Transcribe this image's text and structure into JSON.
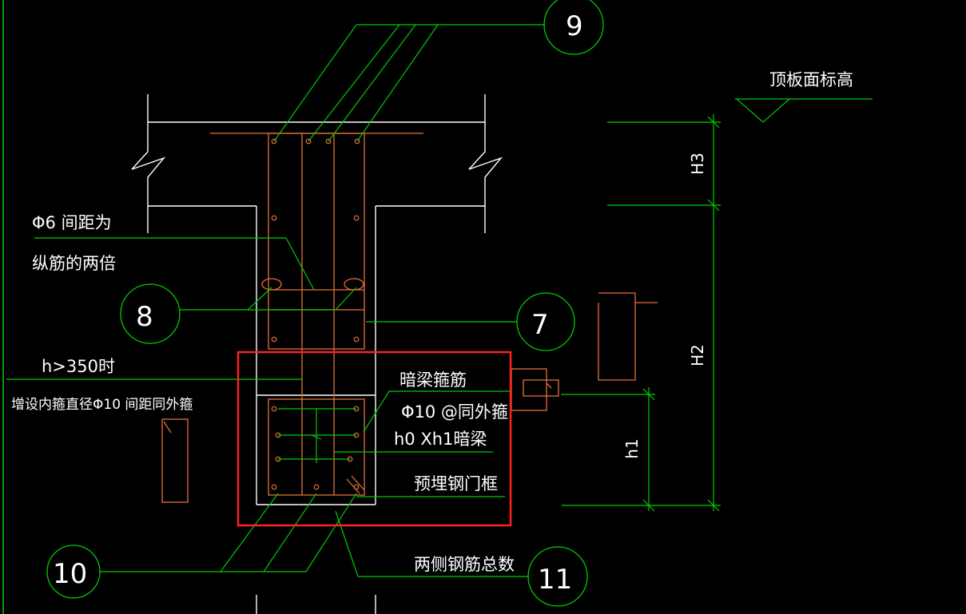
{
  "colors": {
    "background": "#000000",
    "structure": "#ffffff",
    "leader": "#00cc00",
    "rebar": "#e5703a",
    "highlight": "#ff2222"
  },
  "callouts": {
    "c9": "9",
    "c8": "8",
    "c7": "7",
    "c10": "10",
    "c11": "11"
  },
  "labels": {
    "top_elevation": "顶板面标高",
    "stirrup_note_line1": "Φ6 间距为",
    "stirrup_note_line2": "纵筋的两倍",
    "h_condition": "h>350时",
    "inner_stirrup_note": "增设内箍直径Φ10 间距同外箍",
    "hidden_beam_stirrup": "暗梁箍筋",
    "hidden_beam_spec": "Φ10 @同外箍",
    "hidden_beam_size": "h0 Xh1暗梁",
    "embedded_frame": "预埋钢门框",
    "total_rebar_both_sides": "两侧钢筋总数"
  },
  "dimensions": {
    "h3": "H3",
    "h2": "H2",
    "h1": "h1"
  }
}
